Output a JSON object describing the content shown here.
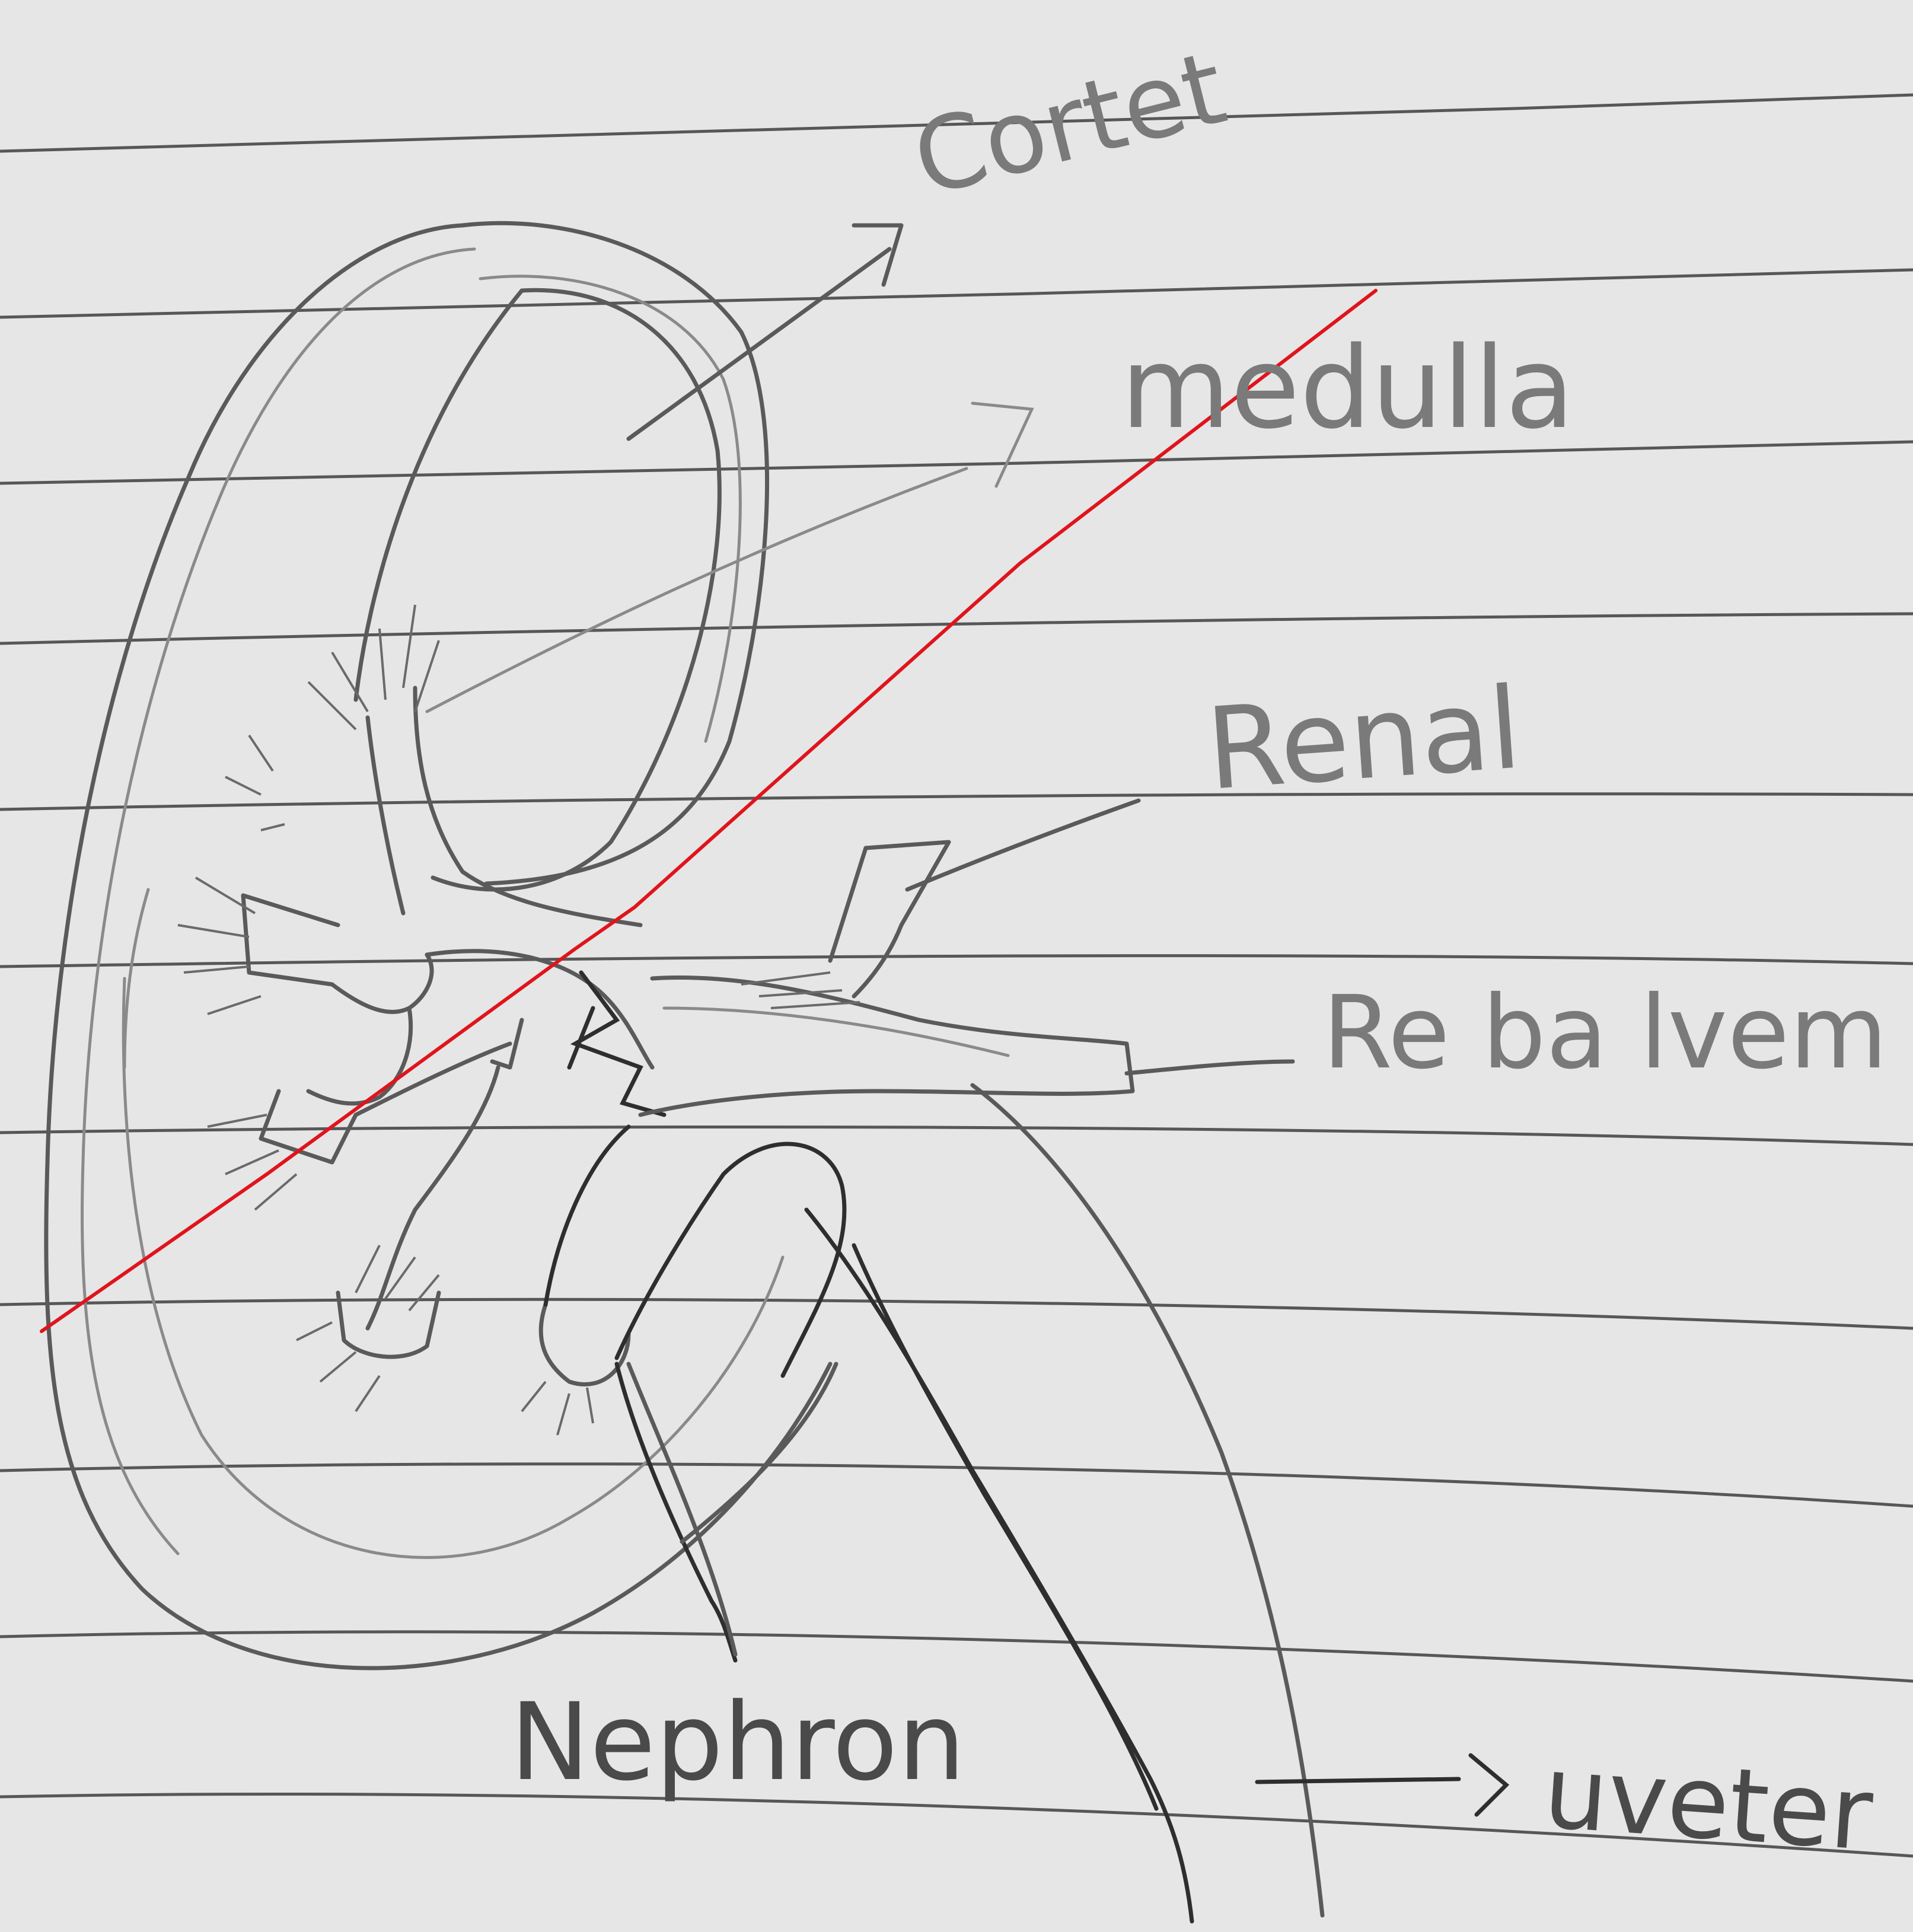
{
  "labels": {
    "cortex": "Cortet",
    "medulla": "medulla",
    "renal": "Renal",
    "renal_vein": "Re ba lvem",
    "nephron": "Nephron",
    "ureter": "uveter"
  },
  "colors": {
    "paper": "#e6e6e6",
    "ruling": "#3d3d3d",
    "pencil": "#5a5a5a",
    "annotation_line": "#e0141c"
  }
}
